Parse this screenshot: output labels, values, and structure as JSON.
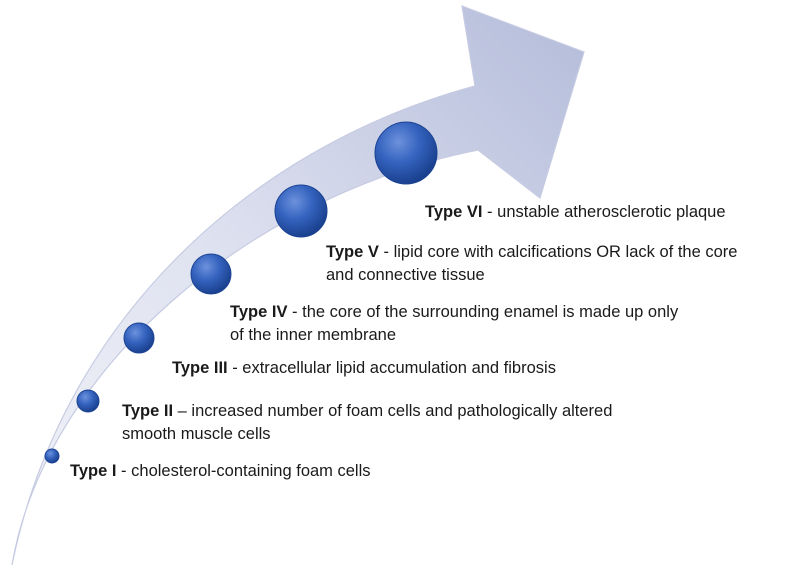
{
  "stages": [
    {
      "type": "Type I",
      "separator": " - ",
      "description": "cholesterol-containing foam cells",
      "line2": ""
    },
    {
      "type": "Type II",
      "separator": " – ",
      "description": "increased number of foam cells and pathologically altered",
      "line2": "smooth muscle cells"
    },
    {
      "type": "Type III",
      "separator": " - ",
      "description": "extracellular lipid accumulation and fibrosis",
      "line2": ""
    },
    {
      "type": "Type IV",
      "separator": " - ",
      "description": "the core of the surrounding enamel is made up only",
      "line2": "of the inner membrane"
    },
    {
      "type": "Type V",
      "separator": " - ",
      "description": "lipid core with calcifications OR lack of the core",
      "line2": "and connective tissue"
    },
    {
      "type": "Type VI",
      "separator": " - ",
      "description": "unstable atherosclerotic plaque",
      "line2": ""
    }
  ],
  "colors": {
    "arrow_light": "#eef0f8",
    "arrow_dark": "#b3bbd9",
    "arrow_edge": "#c3c9e2",
    "circle_fill": "#2f5bb7",
    "circle_dark": "#143a86",
    "circle_highlight": "#7fa3e6",
    "text": "#1a1a1a"
  }
}
